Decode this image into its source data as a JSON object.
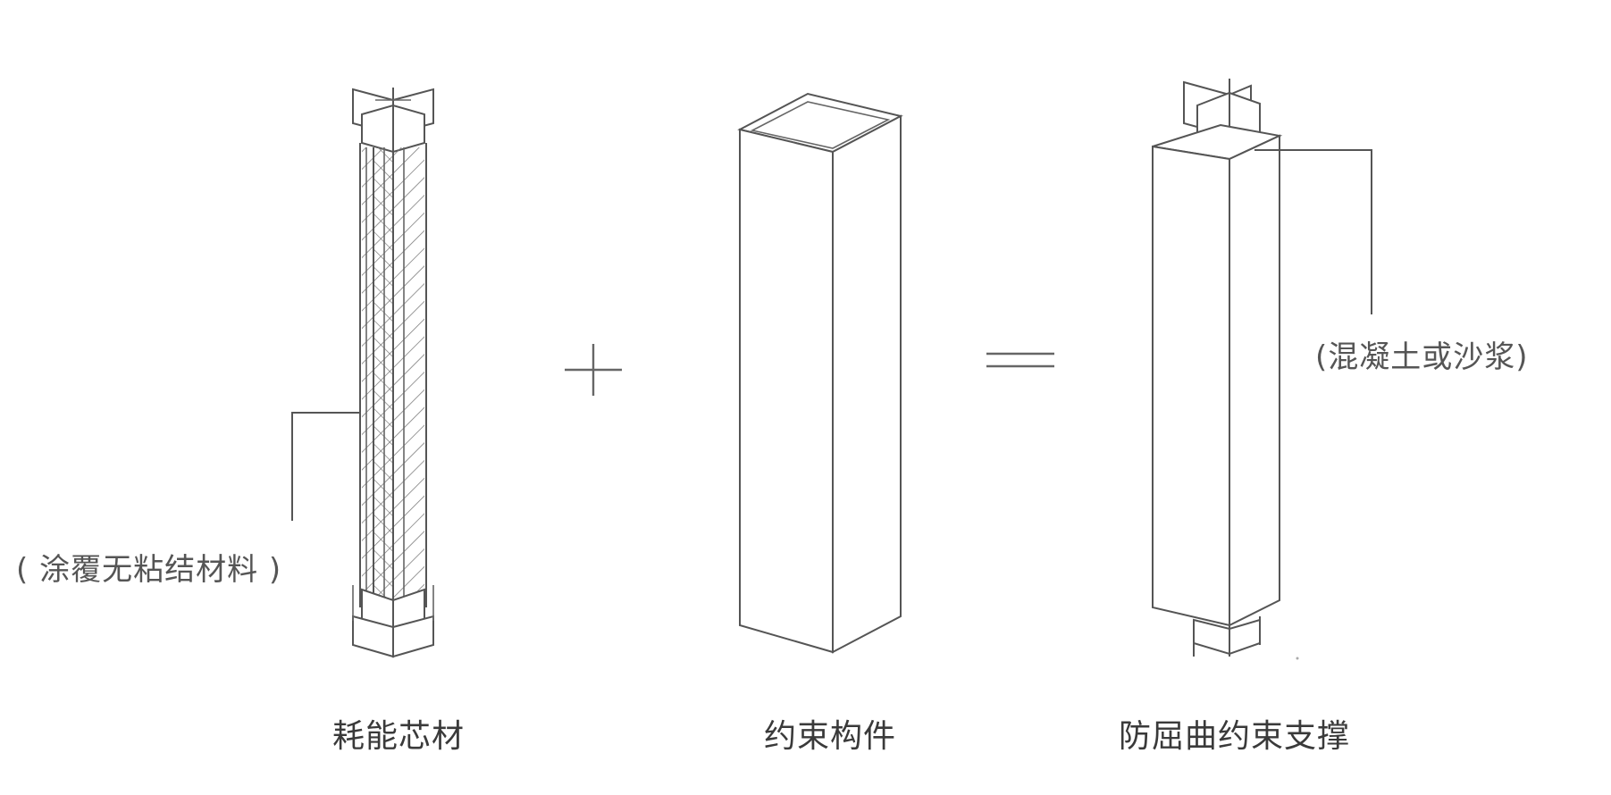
{
  "annotations": {
    "core_coating": "( 涂覆无粘结材料 )",
    "fill_material": "(混凝土或沙浆)"
  },
  "captions": {
    "core": "耗能芯材",
    "restraint": "约束构件",
    "brace": "防屈曲约束支撑"
  },
  "operators": {
    "plus": "plus-sign",
    "equals": "equals-sign"
  }
}
